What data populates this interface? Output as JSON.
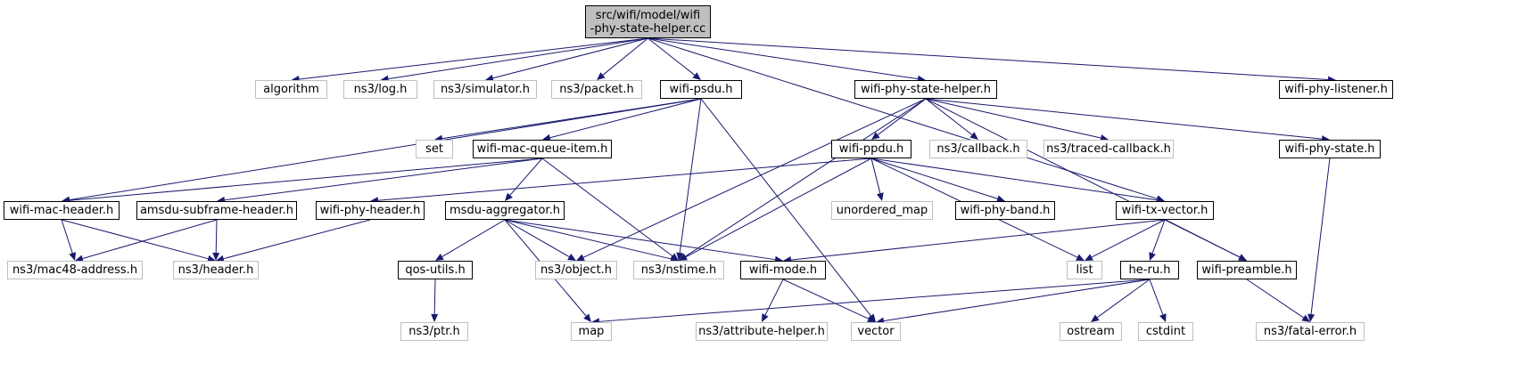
{
  "root": {
    "line1": "src/wifi/model/wifi",
    "line2": "-phy-state-helper.cc"
  },
  "nodes": {
    "algorithm": "algorithm",
    "log": "ns3/log.h",
    "simulator": "ns3/simulator.h",
    "packet": "ns3/packet.h",
    "psdu": "wifi-psdu.h",
    "psh": "wifi-phy-state-helper.h",
    "listener": "wifi-phy-listener.h",
    "set": "set",
    "queueitem": "wifi-mac-queue-item.h",
    "ppdu": "wifi-ppdu.h",
    "callback": "ns3/callback.h",
    "traced": "ns3/traced-callback.h",
    "physstate": "wifi-phy-state.h",
    "macheader": "wifi-mac-header.h",
    "amsdu": "amsdu-subframe-header.h",
    "phyheader": "wifi-phy-header.h",
    "msdu": "msdu-aggregator.h",
    "unordered": "unordered_map",
    "band": "wifi-phy-band.h",
    "txvector": "wifi-tx-vector.h",
    "mac48": "ns3/mac48-address.h",
    "header": "ns3/header.h",
    "qos": "qos-utils.h",
    "object": "ns3/object.h",
    "nstime": "ns3/nstime.h",
    "mode": "wifi-mode.h",
    "list": "list",
    "heru": "he-ru.h",
    "preamble": "wifi-preamble.h",
    "ptr": "ns3/ptr.h",
    "map": "map",
    "attr": "ns3/attribute-helper.h",
    "vector": "vector",
    "ostream": "ostream",
    "cstdint": "cstdint",
    "fatal": "ns3/fatal-error.h"
  },
  "edges": [
    [
      "root",
      "algorithm"
    ],
    [
      "root",
      "log"
    ],
    [
      "root",
      "simulator"
    ],
    [
      "root",
      "packet"
    ],
    [
      "root",
      "psdu"
    ],
    [
      "root",
      "psh"
    ],
    [
      "root",
      "listener"
    ],
    [
      "root",
      "txvector"
    ],
    [
      "psdu",
      "set"
    ],
    [
      "psdu",
      "queueitem"
    ],
    [
      "psdu",
      "macheader"
    ],
    [
      "psdu",
      "nstime"
    ],
    [
      "psdu",
      "vector"
    ],
    [
      "psh",
      "ppdu"
    ],
    [
      "psh",
      "callback"
    ],
    [
      "psh",
      "traced"
    ],
    [
      "psh",
      "physstate"
    ],
    [
      "psh",
      "object"
    ],
    [
      "psh",
      "nstime"
    ],
    [
      "psh",
      "preamble"
    ],
    [
      "queueitem",
      "macheader"
    ],
    [
      "queueitem",
      "amsdu"
    ],
    [
      "queueitem",
      "msdu"
    ],
    [
      "queueitem",
      "nstime"
    ],
    [
      "ppdu",
      "phyheader"
    ],
    [
      "ppdu",
      "unordered"
    ],
    [
      "ppdu",
      "band"
    ],
    [
      "ppdu",
      "txvector"
    ],
    [
      "ppdu",
      "list"
    ],
    [
      "ppdu",
      "nstime"
    ],
    [
      "physstate",
      "fatal"
    ],
    [
      "macheader",
      "mac48"
    ],
    [
      "macheader",
      "header"
    ],
    [
      "amsdu",
      "mac48"
    ],
    [
      "amsdu",
      "header"
    ],
    [
      "phyheader",
      "header"
    ],
    [
      "msdu",
      "qos"
    ],
    [
      "msdu",
      "object"
    ],
    [
      "msdu",
      "nstime"
    ],
    [
      "msdu",
      "mode"
    ],
    [
      "msdu",
      "map"
    ],
    [
      "txvector",
      "mode"
    ],
    [
      "txvector",
      "list"
    ],
    [
      "txvector",
      "heru"
    ],
    [
      "txvector",
      "preamble"
    ],
    [
      "qos",
      "ptr"
    ],
    [
      "mode",
      "attr"
    ],
    [
      "mode",
      "vector"
    ],
    [
      "heru",
      "map"
    ],
    [
      "heru",
      "vector"
    ],
    [
      "heru",
      "ostream"
    ],
    [
      "heru",
      "cstdint"
    ],
    [
      "preamble",
      "fatal"
    ]
  ],
  "colors": {
    "edge": "#191970",
    "doc_border": "#000000",
    "ext_border": "#bfbfbf",
    "root_fill": "#bfbfbf"
  }
}
